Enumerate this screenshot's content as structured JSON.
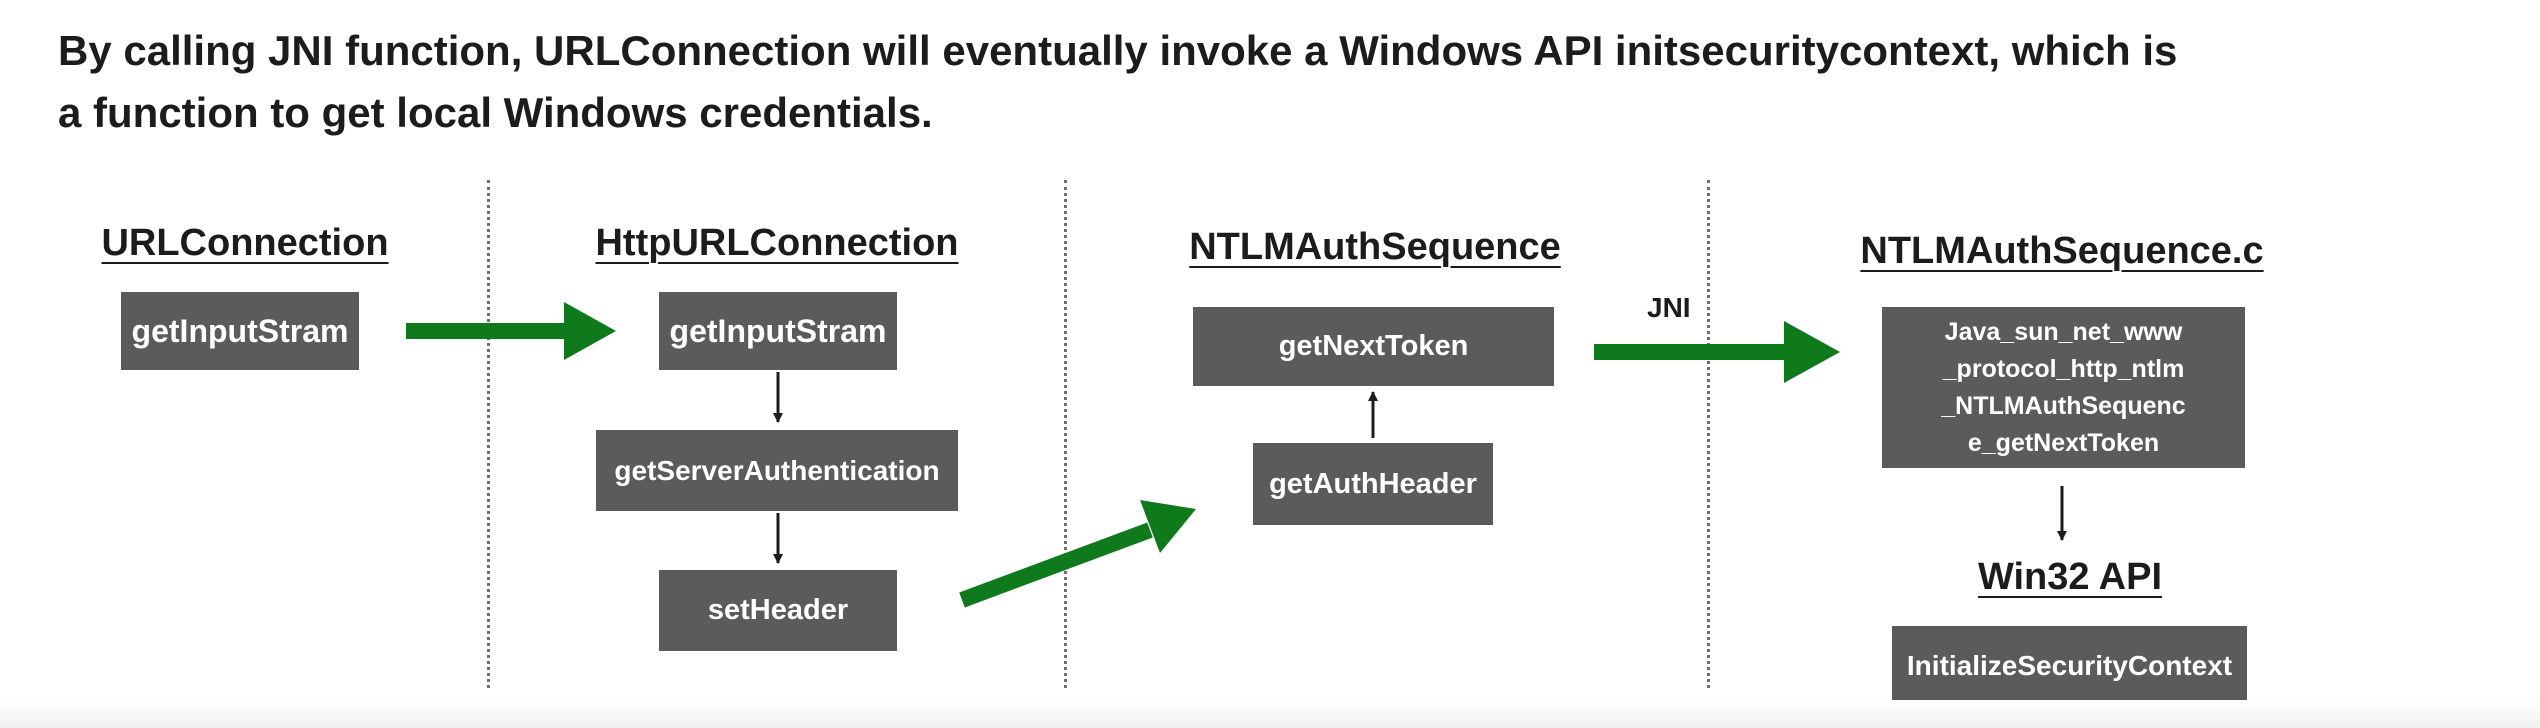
{
  "headline": {
    "line1": "By calling JNI function, URLConnection will eventually invoke a Windows API initsecuritycontext, which is",
    "line2": "a function to get local Windows credentials."
  },
  "columns": [
    {
      "title": "URLConnection"
    },
    {
      "title": "HttpURLConnection"
    },
    {
      "title": "NTLMAuthSequence"
    },
    {
      "title": "NTLMAuthSequence.c"
    }
  ],
  "boxes": {
    "url_getinputstram": "getInputStram",
    "http_getinputstram": "getInputStram",
    "get_server_authentication": "getServerAuthentication",
    "set_header": "setHeader",
    "get_next_token": "getNextToken",
    "get_auth_header": "getAuthHeader",
    "native_function_lines": [
      "Java_sun_net_www",
      "_protocol_http_ntlm",
      "_NTLMAuthSequenc",
      "e_getNextToken"
    ],
    "initialize_security_context": "InitializeSecurityContext"
  },
  "win32_title": "Win32 API",
  "jni_label": "JNI",
  "colors": {
    "box_fill": "#5b5b5b",
    "arrow_green": "#0f7a1c",
    "text": "#1c1c1c"
  }
}
